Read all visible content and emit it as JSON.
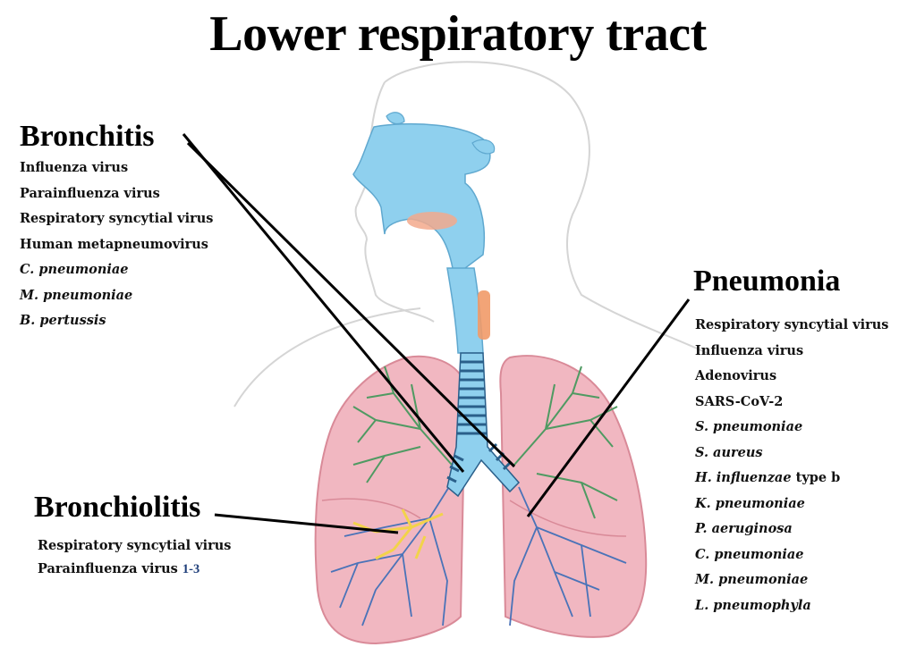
{
  "title": "Lower respiratory tract",
  "bronchitis": {
    "heading": "Bronchitis",
    "items": [
      {
        "text": "Influenza virus",
        "italic": false
      },
      {
        "text": "Parainfluenza virus",
        "italic": false
      },
      {
        "text": "Respiratory syncytial virus",
        "italic": false
      },
      {
        "text": "Human metapneumovirus",
        "italic": false
      },
      {
        "text": "C. pneumoniae",
        "italic": true
      },
      {
        "text": "M. pneumoniae",
        "italic": true
      },
      {
        "text": "B. pertussis",
        "italic": true
      }
    ]
  },
  "bronchiolitis": {
    "heading": "Bronchiolitis",
    "items": [
      {
        "text": "Respiratory syncytial virus",
        "suffix": ""
      },
      {
        "text": "Parainfluenza virus",
        "suffix": "1-3"
      }
    ]
  },
  "pneumonia": {
    "heading": "Pneumonia",
    "items": [
      {
        "text": "Respiratory syncytial virus",
        "italic": false,
        "suffix": ""
      },
      {
        "text": "Influenza virus",
        "italic": false,
        "suffix": ""
      },
      {
        "text": "Adenovirus",
        "italic": false,
        "suffix": ""
      },
      {
        "text": "SARS-CoV-2",
        "italic": false,
        "suffix": ""
      },
      {
        "text": "S. pneumoniae",
        "italic": true,
        "suffix": ""
      },
      {
        "text": "S. aureus",
        "italic": true,
        "suffix": ""
      },
      {
        "text": "H. influenzae",
        "italic": true,
        "suffix": "type b"
      },
      {
        "text": "K. pneumoniae",
        "italic": true,
        "suffix": ""
      },
      {
        "text": "P. aeruginosa",
        "italic": true,
        "suffix": ""
      },
      {
        "text": "C. pneumoniae",
        "italic": true,
        "suffix": ""
      },
      {
        "text": "M. pneumoniae",
        "italic": true,
        "suffix": ""
      },
      {
        "text": "L. pneumophyla",
        "italic": true,
        "suffix": ""
      }
    ]
  },
  "colors": {
    "airway": "#8fd0ee",
    "lung": "#f1b7c1",
    "lung_edge": "#d98a98",
    "bronchi_green": "#4f9a62",
    "bronchi_blue": "#4a73b8",
    "bronchiole_yellow": "#f2d34a",
    "trachea_ring": "#2a5f8a"
  }
}
